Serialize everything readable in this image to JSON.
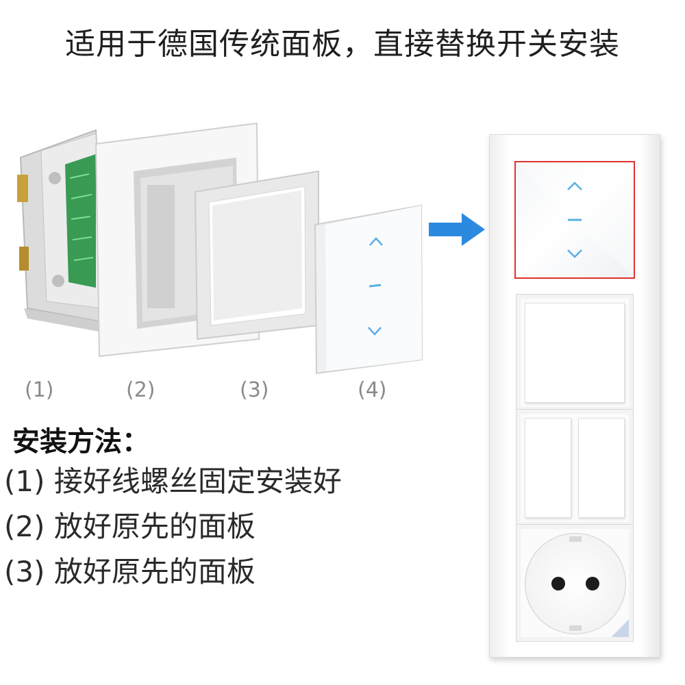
{
  "headline": "适用于德国传统面板，直接替换开关安装",
  "step_labels": [
    "(1)",
    "(2)",
    "(3)",
    "(4)"
  ],
  "method": {
    "title": "安装方法：",
    "steps": [
      "(1) 接好线螺丝固定安装好",
      "(2) 放好原先的面板",
      "(3) 放好原先的面板"
    ]
  },
  "colors": {
    "arrow": "#2b8ae0",
    "highlight": "#e0302c",
    "icon_blue": "#5aaee6",
    "circuit": "#1a8c3a"
  },
  "icons": {
    "up": "chevron-up-icon",
    "stop": "stop-dash-icon",
    "down": "chevron-down-icon",
    "arrow": "arrow-right-icon"
  }
}
